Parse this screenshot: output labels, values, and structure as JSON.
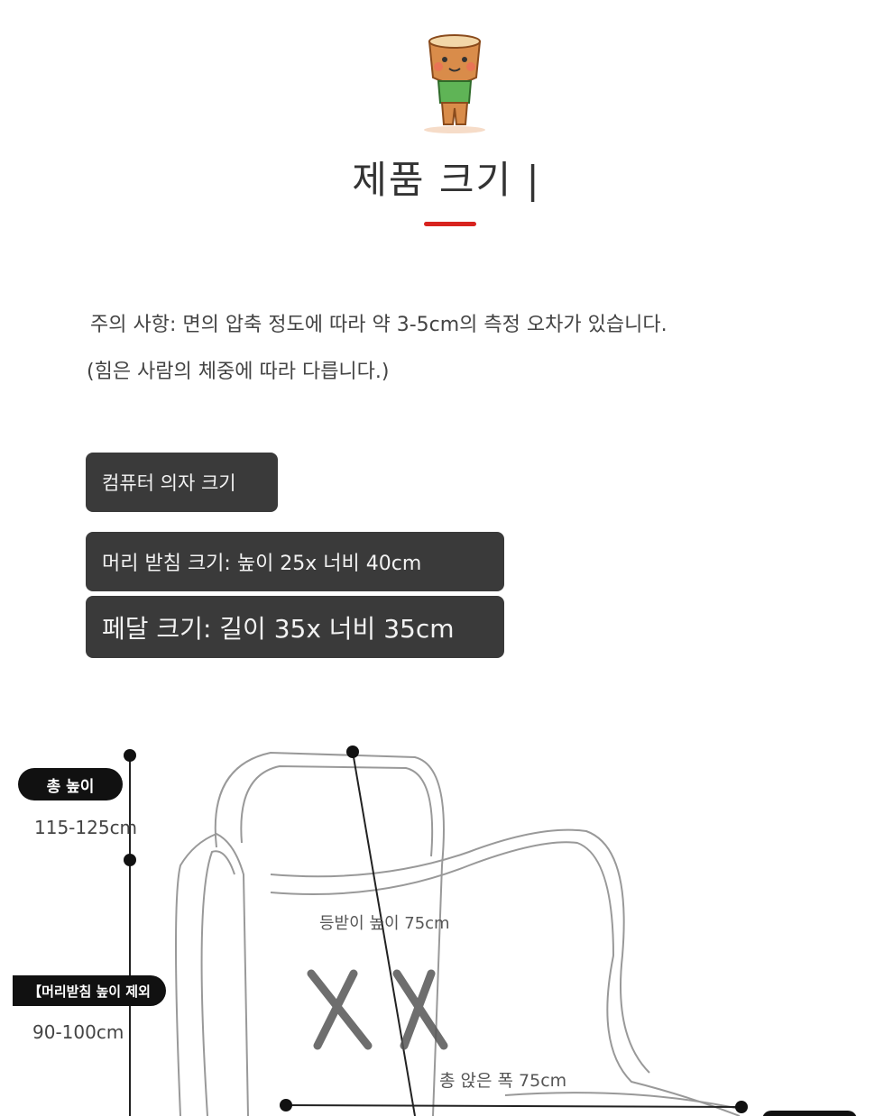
{
  "header": {
    "title": "제품 크기 |"
  },
  "notes": {
    "line1": "주의 사항: 면의 압축 정도에 따라 약 3-5cm의 측정 오차가 있습니다.",
    "line2": "(힘은 사람의 체중에 따라 다릅니다.)"
  },
  "boxes": {
    "category": "컴퓨터 의자 크기",
    "headrest": "머리 받침 크기: 높이 25x 너비 40cm",
    "pedal": "페달 크기: 길이 35x 너비 35cm"
  },
  "diagram": {
    "total_height_label": "총 높이",
    "total_height_value": "115-125cm",
    "no_headrest_label": "【머리받침 높이 제외",
    "no_headrest_value": "90-100cm",
    "back_height": "등받이 높이 75cm",
    "seat_width": "총 앉은 폭 75cm"
  },
  "colors": {
    "accent": "#d8231f",
    "box_bg": "#3a3a3a"
  }
}
